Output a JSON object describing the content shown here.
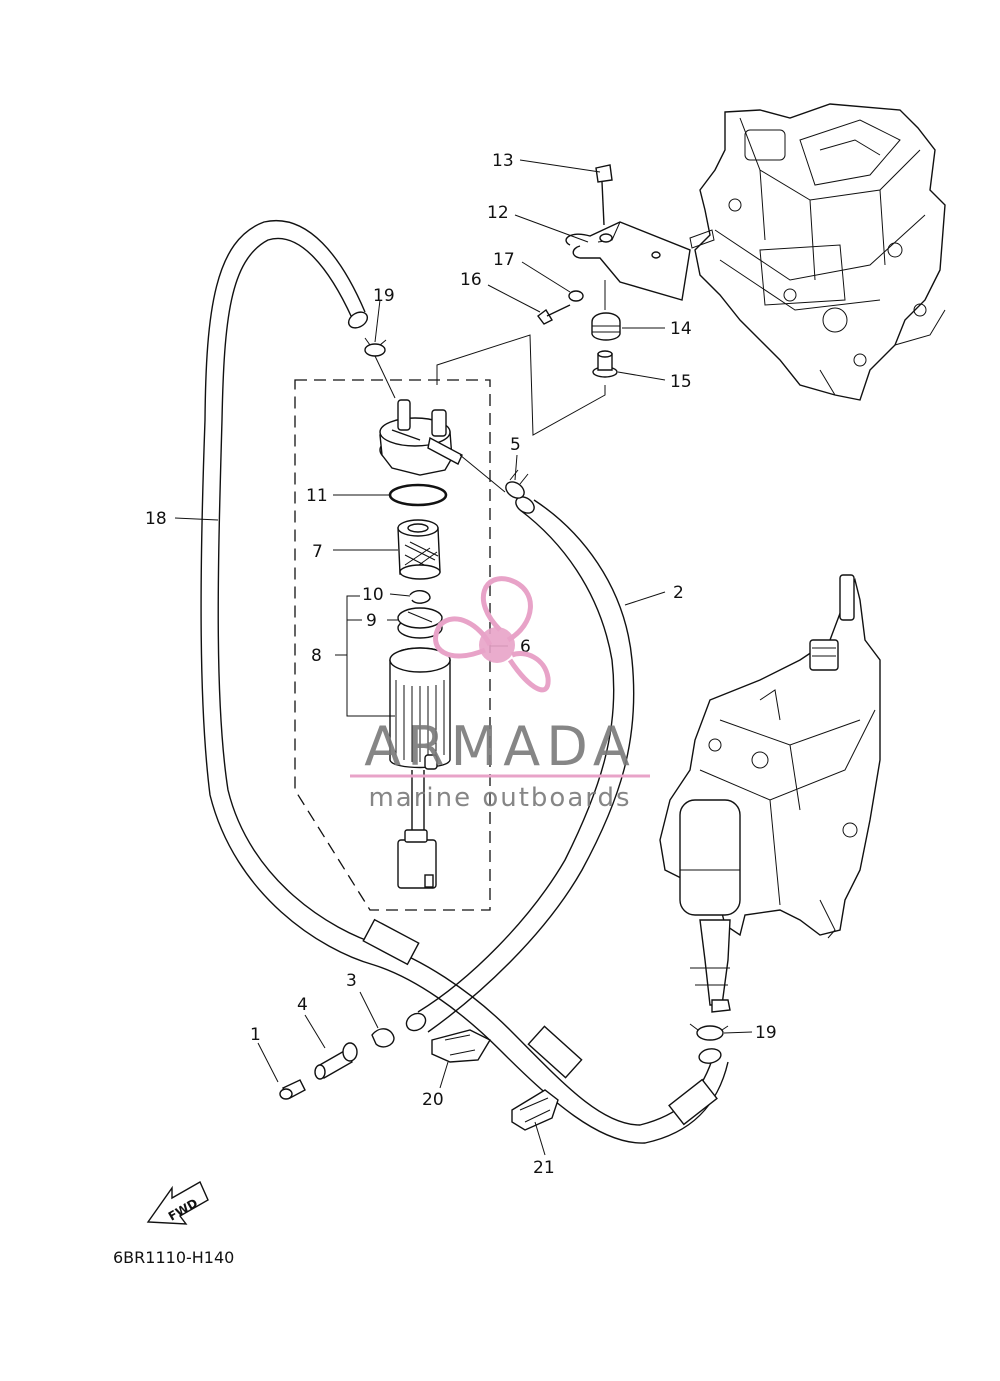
{
  "diagram": {
    "ref_code": "6BR1110-H140",
    "fwd_label": "FWD",
    "part_numbers": [
      "1",
      "2",
      "3",
      "4",
      "5",
      "6",
      "7",
      "8",
      "9",
      "10",
      "11",
      "12",
      "13",
      "14",
      "15",
      "16",
      "17",
      "18",
      "19",
      "19",
      "20",
      "21"
    ]
  },
  "watermark": {
    "brand": "ARMADA",
    "tagline": "marine outboards",
    "color": "#e8a3c8",
    "text_color": "#7a7a7a"
  },
  "colors": {
    "line": "#111111",
    "background": "#ffffff"
  }
}
